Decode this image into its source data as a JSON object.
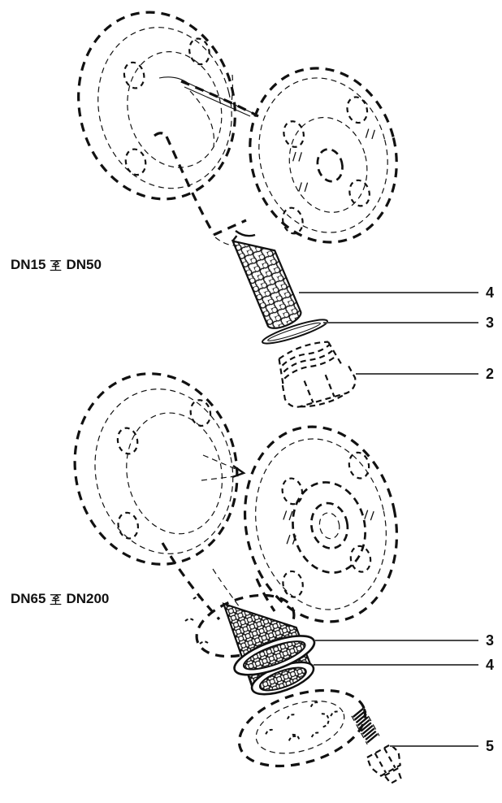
{
  "figure": {
    "background": "#ffffff",
    "line_color": "#111111",
    "leader_line_color": "#4a4a4a"
  },
  "diagrams": [
    {
      "title": "DN15 至 DN50",
      "range_from": "DN15",
      "range_connector": "至",
      "range_to": "DN50",
      "callouts": [
        {
          "number": "4"
        },
        {
          "number": "3"
        },
        {
          "number": "2"
        }
      ]
    },
    {
      "title": "DN65 至 DN200",
      "range_from": "DN65",
      "range_connector": "至",
      "range_to": "DN200",
      "callouts": [
        {
          "number": "3"
        },
        {
          "number": "4"
        },
        {
          "number": "5"
        }
      ]
    }
  ]
}
